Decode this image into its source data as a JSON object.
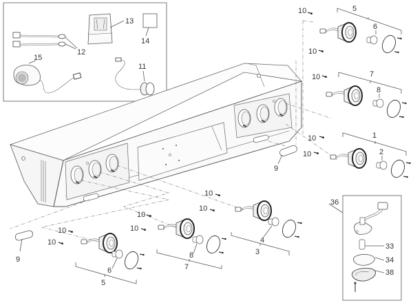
{
  "title": "Rear bumper / tail light assembly exploded parts diagram",
  "inset_kit_box": {
    "parts": [
      {
        "ref": "11",
        "name": "sensor with cable"
      },
      {
        "ref": "12",
        "name": "wiring harness pair"
      },
      {
        "ref": "13",
        "name": "control unit"
      },
      {
        "ref": "14",
        "name": "square label"
      },
      {
        "ref": "15",
        "name": "buzzer speaker with cable"
      }
    ]
  },
  "plate_light_box": {
    "ref": "36",
    "parts": [
      {
        "ref": "33",
        "name": "bulb"
      },
      {
        "ref": "34",
        "name": "gasket"
      },
      {
        "ref": "38",
        "name": "lens cover"
      }
    ]
  },
  "labels": {
    "l1": "1",
    "l2": "2",
    "l3": "3",
    "l4": "4",
    "l5": "5",
    "l6": "6",
    "l7": "7",
    "l8": "8",
    "l9": "9",
    "l10": "10",
    "l11": "11",
    "l12": "12",
    "l13": "13",
    "l14": "14",
    "l15": "15",
    "l33": "33",
    "l34": "34",
    "l36": "36",
    "l38": "38"
  },
  "light_groups": [
    {
      "group": "5",
      "bulb": "6",
      "side": "right-top"
    },
    {
      "group": "7",
      "bulb": "8",
      "side": "right-middle"
    },
    {
      "group": "1",
      "bulb": "2",
      "side": "right-bottom"
    },
    {
      "group": "3",
      "bulb": "4",
      "side": "center"
    },
    {
      "group": "7",
      "bulb": "8",
      "side": "center-left"
    },
    {
      "group": "5",
      "bulb": "6",
      "side": "left"
    }
  ],
  "reflector": {
    "ref": "9",
    "count": 2
  },
  "screw": {
    "ref": "10"
  }
}
